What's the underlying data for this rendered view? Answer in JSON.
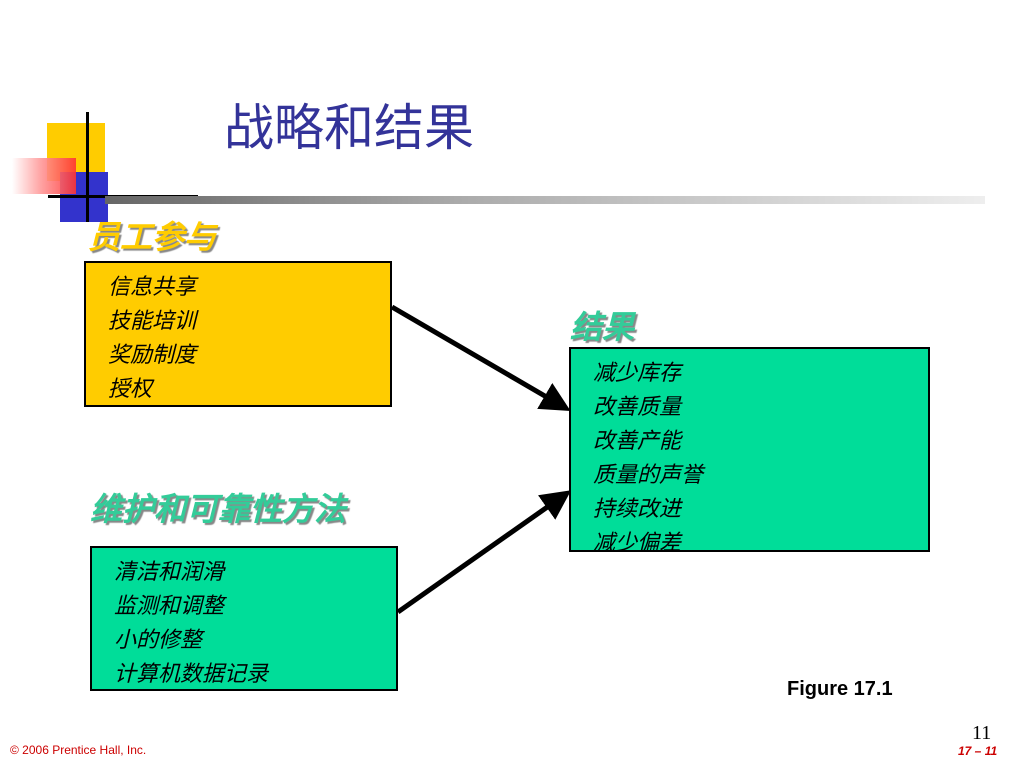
{
  "slide": {
    "title": "战略和结果",
    "figure_label": "Figure 17.1",
    "slide_number": "11",
    "copyright": "© 2006 Prentice Hall, Inc.",
    "page_code": "17 – 11"
  },
  "employee_involvement": {
    "heading": "员工参与",
    "items": [
      "信息共享",
      "技能培训",
      "奖励制度",
      "授权"
    ]
  },
  "results": {
    "heading": "结果",
    "items": [
      "减少库存",
      "改善质量",
      "改善产能",
      "质量的声誉",
      "持续改进",
      "减少偏差"
    ]
  },
  "maintenance": {
    "heading": "维护和可靠性方法",
    "items": [
      "清洁和润滑",
      "监测和调整",
      "小的修整",
      "计算机数据记录"
    ]
  },
  "colors": {
    "title": "#333399",
    "employee_box": "#ffcc00",
    "results_box": "#00dd99",
    "maintenance_box": "#00dd99",
    "footer": "#cc0000"
  }
}
